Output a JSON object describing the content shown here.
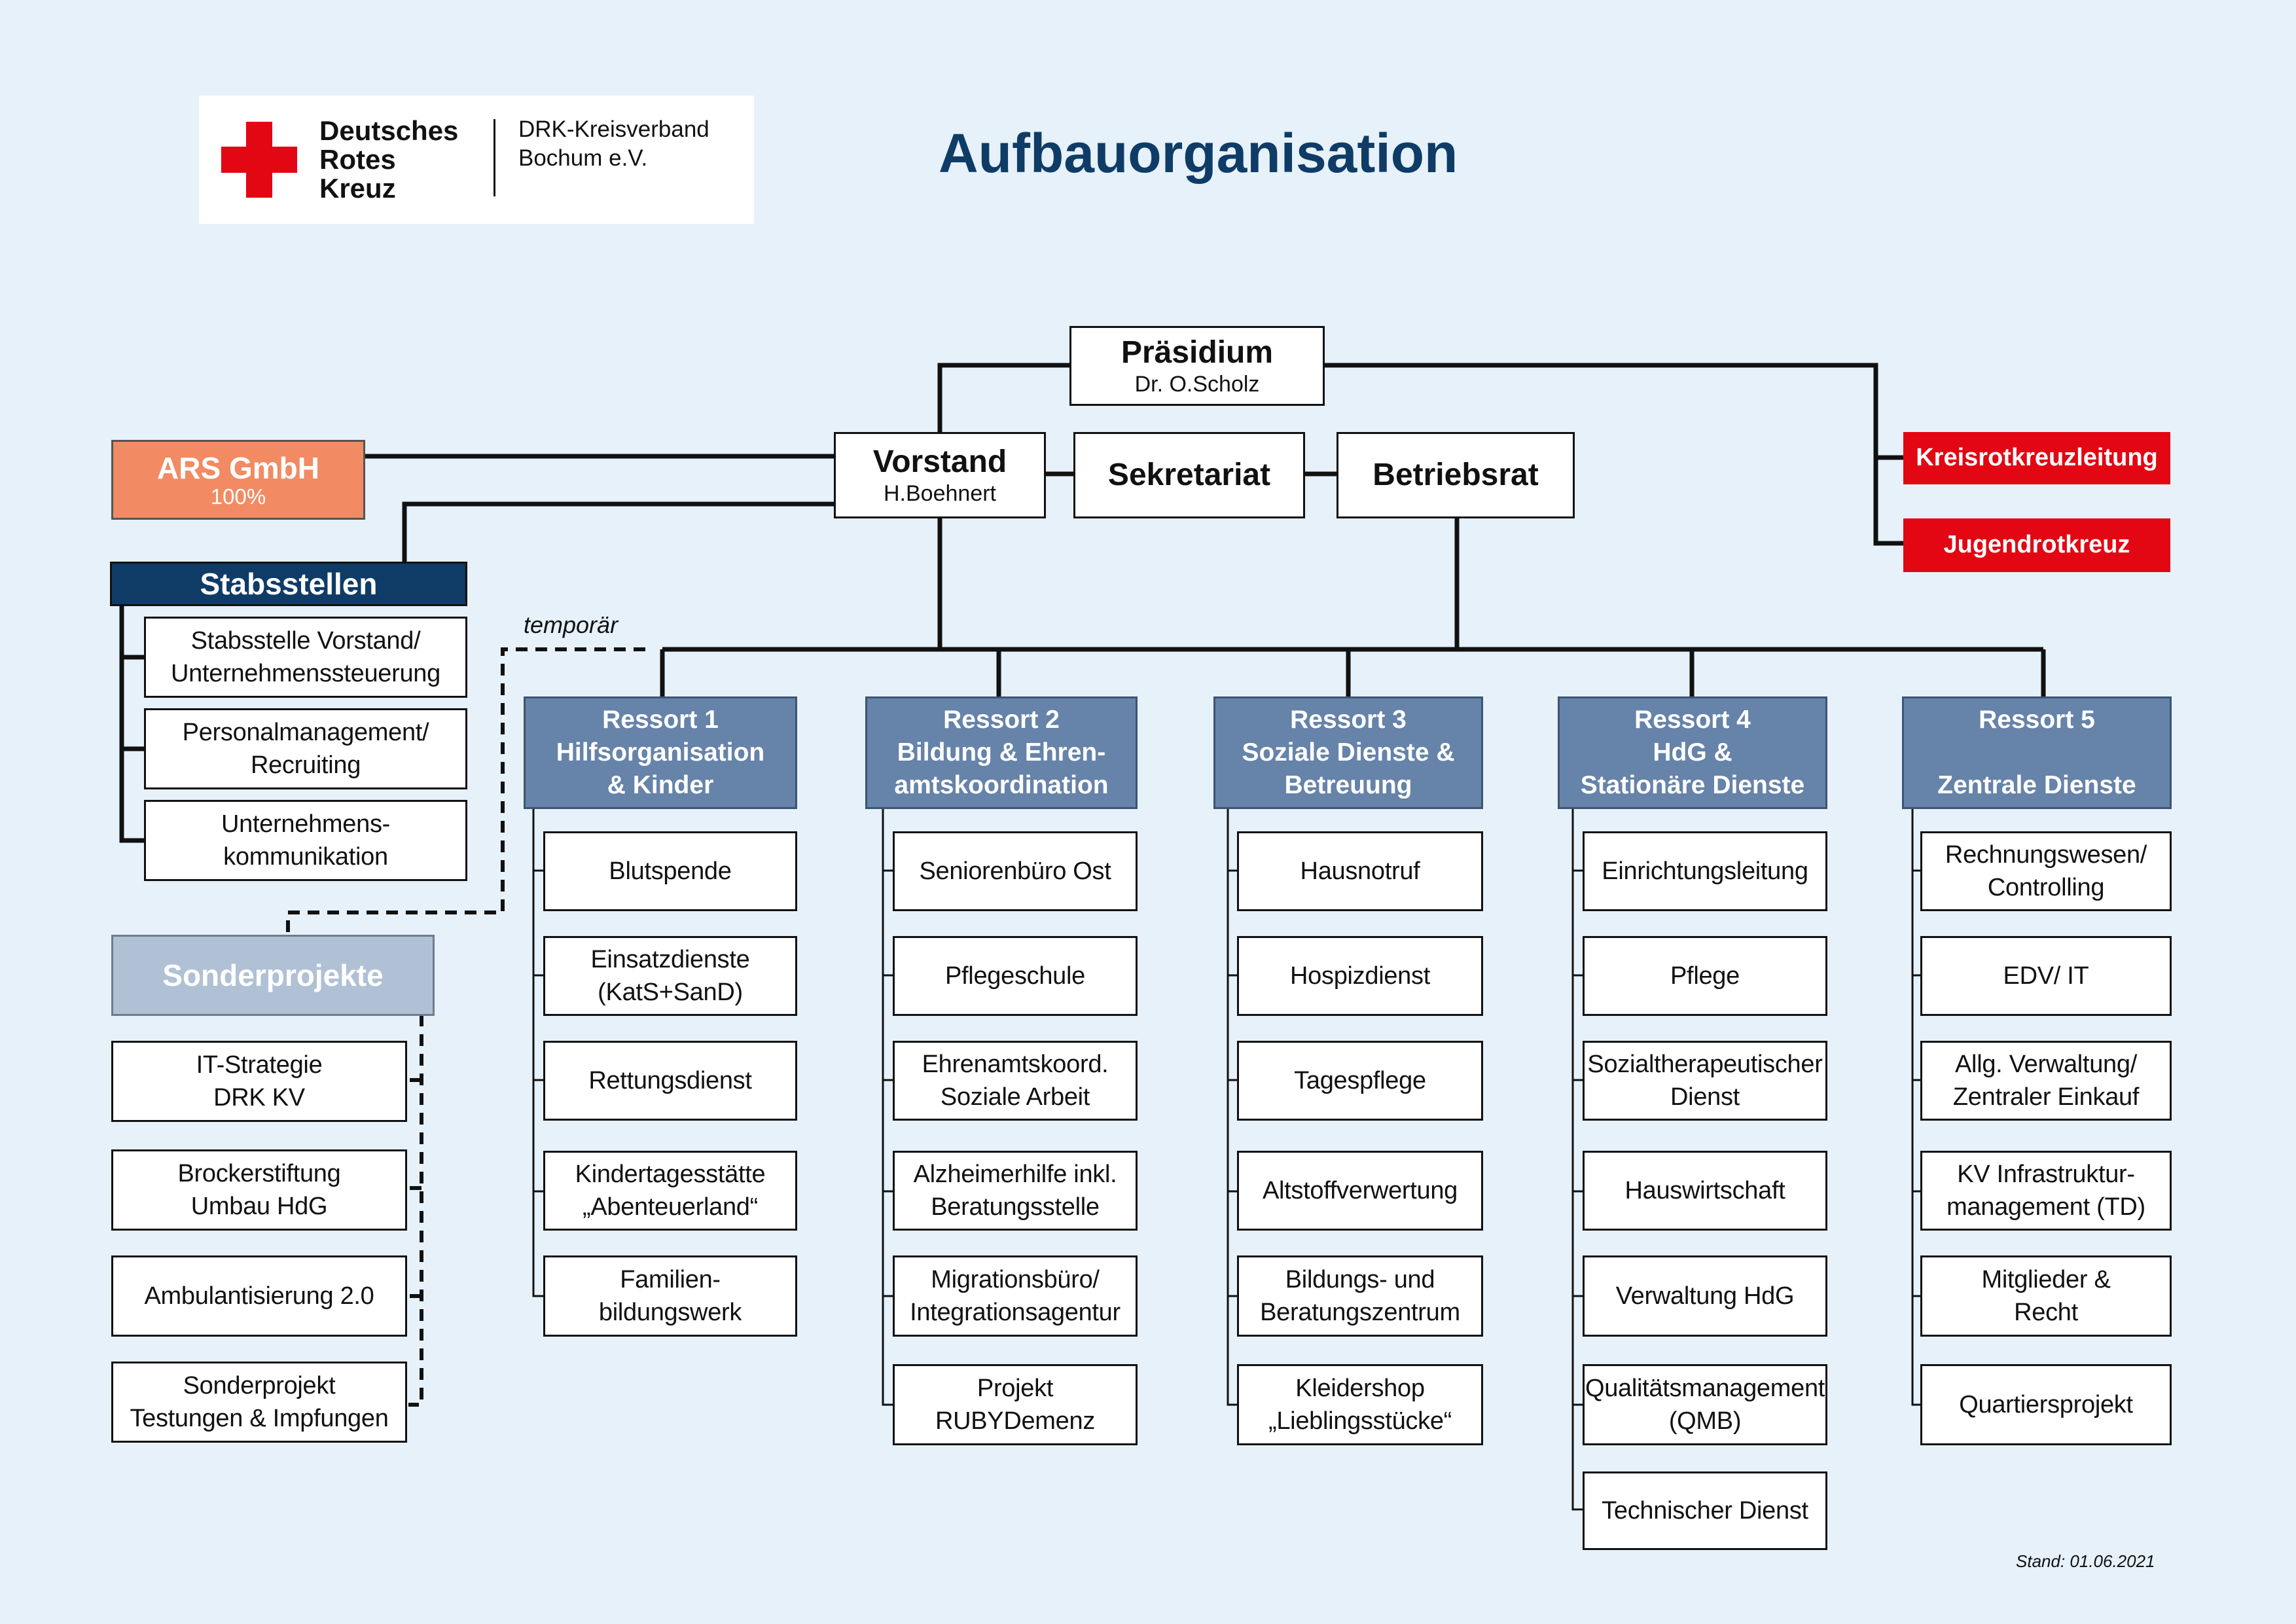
{
  "header": {
    "logo": {
      "name_lines": [
        "Deutsches",
        "Rotes",
        "Kreuz"
      ],
      "org_lines": [
        "DRK-Kreisverband",
        "Bochum e.V."
      ]
    },
    "title": "Aufbauorganisation"
  },
  "top": {
    "praesidium": {
      "title": "Präsidium",
      "subtitle": "Dr. O.Scholz"
    },
    "vorstand": {
      "title": "Vorstand",
      "subtitle": "H.Boehnert"
    },
    "sekretariat": "Sekretariat",
    "betriebsrat": "Betriebsrat",
    "ars": {
      "title": "ARS GmbH",
      "subtitle": "100%"
    },
    "kreisrotkreuzleitung": "Kreisrotkreuzleitung",
    "jugendrotkreuz": "Jugendrotkreuz"
  },
  "stabsstellen": {
    "title": "Stabsstellen",
    "items": [
      "Stabsstelle Vorstand/\nUnternehmenssteuerung",
      "Personalmanagement/\nRecruiting",
      "Unternehmens-\nkommunikation"
    ]
  },
  "temporaer_label": "temporär",
  "sonderprojekte": {
    "title": "Sonderprojekte",
    "items": [
      "IT-Strategie\nDRK KV",
      "Brockerstiftung\nUmbau HdG",
      "Ambulantisierung 2.0",
      "Sonderprojekt\nTestungen & Impfungen"
    ]
  },
  "ressorts": [
    {
      "title": "Ressort 1\nHilfsorganisation\n& Kinder",
      "items": [
        "Blutspende",
        "Einsatzdienste\n(KatS+SanD)",
        "Rettungsdienst",
        "Kindertagesstätte\n„Abenteuerland“",
        "Familien-\nbildungswerk"
      ]
    },
    {
      "title": "Ressort 2\nBildung & Ehren-\namtskoordination",
      "items": [
        "Seniorenbüro Ost",
        "Pflegeschule",
        "Ehrenamtskoord.\nSoziale Arbeit",
        "Alzheimerhilfe inkl.\nBeratungsstelle",
        "Migrationsbüro/\nIntegrationsagentur",
        "Projekt\nRUBYDemenz"
      ]
    },
    {
      "title": "Ressort 3\nSoziale Dienste &\nBetreuung",
      "items": [
        "Hausnotruf",
        "Hospizdienst",
        "Tagespflege",
        "Altstoffverwertung",
        "Bildungs- und\nBeratungszentrum",
        "Kleidershop\n„Lieblingsstücke“"
      ]
    },
    {
      "title": "Ressort 4\nHdG &\nStationäre Dienste",
      "items": [
        "Einrichtungsleitung",
        "Pflege",
        "Sozialtherapeutischer\nDienst",
        "Hauswirtschaft",
        "Verwaltung HdG",
        "Qualitätsmanagement\n(QMB)",
        "Technischer Dienst"
      ]
    },
    {
      "title": "Ressort 5\n\nZentrale Dienste",
      "items": [
        "Rechnungswesen/\nControlling",
        "EDV/ IT",
        "Allg. Verwaltung/\nZentraler Einkauf",
        "KV Infrastruktur-\nmanagement (TD)",
        "Mitglieder &\nRecht",
        "Quartiersprojekt"
      ]
    }
  ],
  "footer": {
    "stand": "Stand: 01.06.2021"
  },
  "colors": {
    "background": "#e6f1fa",
    "drk_red": "#e30613",
    "title_blue": "#0f3c66",
    "ressort_blue": "#6683a9",
    "ars_orange": "#f28b63",
    "sonder_grey_blue": "#b0c1d5"
  }
}
